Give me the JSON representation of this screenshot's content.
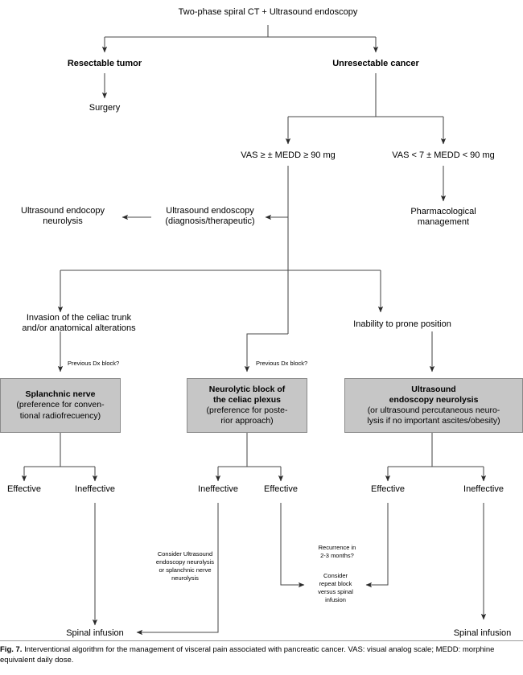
{
  "figure": {
    "label": "Fig. 7.",
    "caption": "Interventional algorithm for the management of visceral pain associated with pancreatic cancer. VAS: visual analog scale; MEDD: morphine equivalent daily dose."
  },
  "colors": {
    "box_fill": "#c6c6c6",
    "box_border": "#8a8a8a",
    "line": "#4a4a4a",
    "text": "#000000",
    "background": "#ffffff"
  },
  "nodes": {
    "root": "Two-phase spiral CT + Ultrasound endoscopy",
    "resectable": "Resectable tumor",
    "unresectable": "Unresectable cancer",
    "surgery": "Surgery",
    "vas_high": "VAS ≥ ± MEDD ≥ 90 mg",
    "vas_low": "VAS < 7 ± MEDD < 90 mg",
    "us_endoscopy_dx_l1": "Ultrasound endoscopy",
    "us_endoscopy_dx_l2": "(diagnosis/therapeutic)",
    "us_neurolysis_l1": "Ultrasound endocopy",
    "us_neurolysis_l2": "neurolysis",
    "pharmacological_l1": "Pharmacological",
    "pharmacological_l2": "management",
    "invasion_l1": "Invasion of the celiac trunk",
    "invasion_l2": "and/or anatomical alterations",
    "inability": "Inability to prone position",
    "prev_dx_left": "Previous Dx block?",
    "prev_dx_mid": "Previous Dx block?"
  },
  "treatment_boxes": [
    {
      "id": "splanchnic-nerve-box",
      "title": "Splanchnic nerve",
      "detail_lines": [
        "(preference for conven-",
        "tional radiofrecuency)"
      ]
    },
    {
      "id": "neurolytic-celiac-plexus-box",
      "title_lines": [
        "Neurolytic block of",
        "the celiac plexus"
      ],
      "detail_lines": [
        "(preference for poste-",
        "rior approach)"
      ]
    },
    {
      "id": "ultrasound-endoscopy-neurolysis-box",
      "title_lines": [
        "Ultrasound",
        "endoscopy neurolysis"
      ],
      "detail_lines": [
        "(or ultrasound percutaneous neuro-",
        "lysis if no important ascites/obesity)"
      ]
    }
  ],
  "outcomes": {
    "left_effective": "Effective",
    "left_ineffective": "Ineffective",
    "mid_ineffective": "Ineffective",
    "mid_effective": "Effective",
    "right_effective": "Effective",
    "right_ineffective": "Ineffective"
  },
  "annotations": {
    "consider_us_l1": "Consider Ultrasound",
    "consider_us_l2": "endoscopy neurolysis",
    "consider_us_l3": "or splanchnic nerve",
    "consider_us_l4": "neurolysis",
    "recurrence_l1": "Recurrence in",
    "recurrence_l2": "2-3 months?",
    "repeat_block_l1": "Consider",
    "repeat_block_l2": "repeat block",
    "repeat_block_l3": "versus spinal",
    "repeat_block_l4": "infusion"
  },
  "terminals": {
    "spinal_left": "Spinal infusion",
    "spinal_right": "Spinal infusion"
  }
}
